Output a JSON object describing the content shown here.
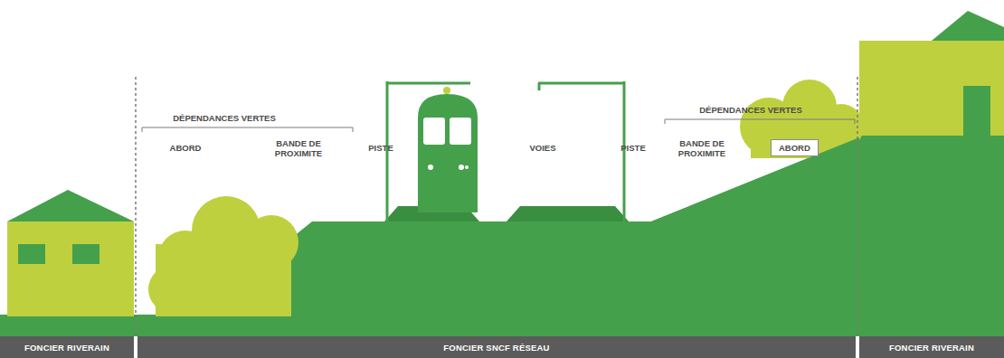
{
  "diagram": {
    "nodes": [
      {
        "text": [
          "FONCIER RIVERAIN"
        ]
      },
      {
        "text": [
          "FONCIER SNCF RÉSEAU"
        ]
      },
      {
        "text": [
          "FONCIER RIVERAIN"
        ]
      },
      {
        "text": [
          "ABORD"
        ]
      }
    ],
    "labels": [
      "DÉPENDANCES VERTES",
      "ABORD",
      "BANDE DE PROXIMITE",
      "PISTE",
      "VOIES",
      "PISTE",
      "DÉPENDANCES VERTES",
      "BANDE DE PROXIMITE"
    ]
  }
}
